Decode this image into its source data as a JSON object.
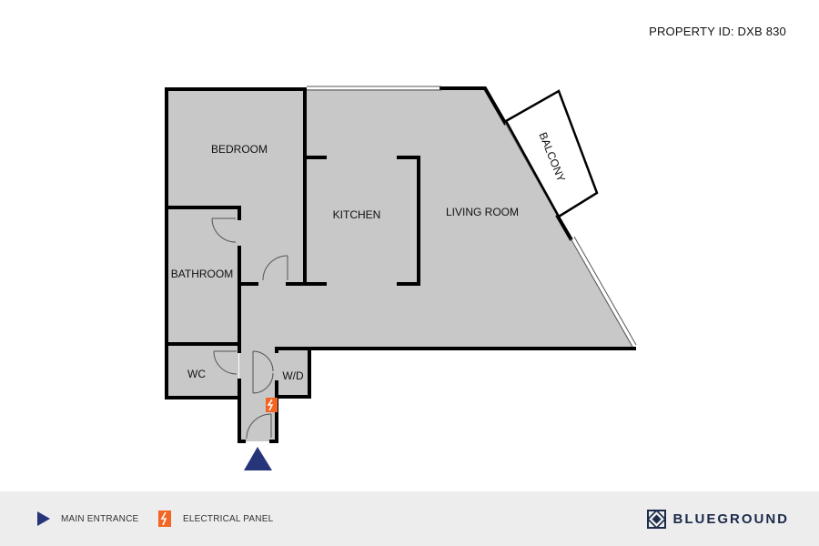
{
  "header": {
    "property_id": "PROPERTY ID: DXB 830"
  },
  "rooms": {
    "bedroom": "BEDROOM",
    "kitchen": "KITCHEN",
    "living_room": "LIVING ROOM",
    "balcony": "BALCONY",
    "bathroom": "BATHROOM",
    "wc": "WC",
    "wd": "W/D"
  },
  "legend": {
    "main_entrance": "MAIN ENTRANCE",
    "electrical_panel": "ELECTRICAL PANEL"
  },
  "brand": {
    "name": "BLUEGROUND"
  },
  "colors": {
    "floor": "#c8c8c8",
    "wall": "#000000",
    "entrance_marker": "#26357a",
    "electrical_marker": "#f26522",
    "legend_background": "#ededed",
    "brand_text": "#1c2b4a"
  },
  "icons": [
    "main-entrance-icon",
    "electrical-panel-icon",
    "blueground-logo-icon"
  ]
}
